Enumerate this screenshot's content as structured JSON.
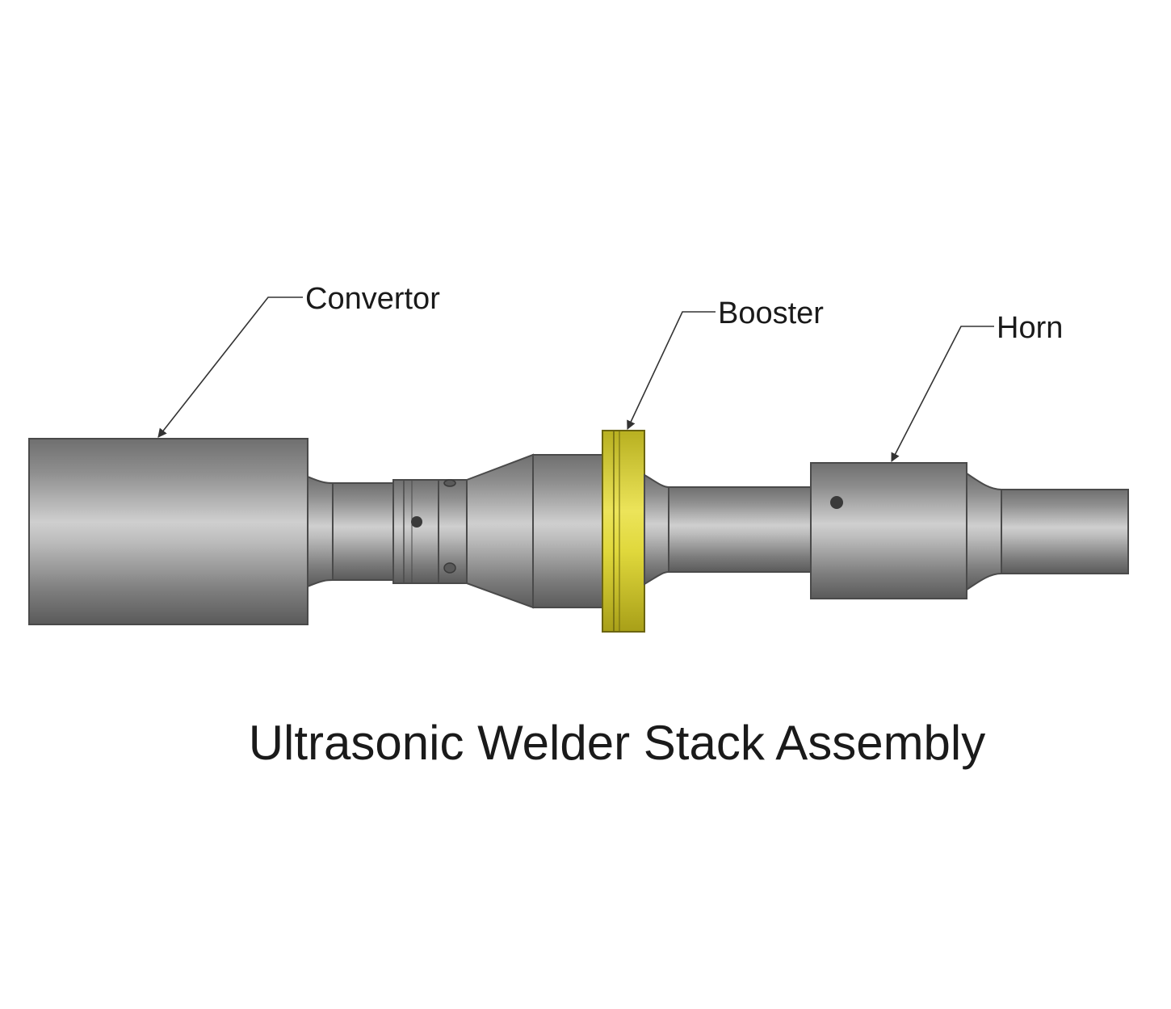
{
  "diagram": {
    "title": "Ultrasonic Welder Stack Assembly",
    "components": [
      {
        "id": "convertor",
        "label": "Convertor"
      },
      {
        "id": "booster",
        "label": "Booster"
      },
      {
        "id": "horn",
        "label": "Horn"
      }
    ],
    "colors": {
      "steel": "#8c8c8c",
      "steel_highlight": "#c9c9c9",
      "steel_shadow": "#5e5e5e",
      "booster_ring": "#d8d028",
      "leader_line": "#333333",
      "text": "#1a1a1a",
      "background": "#ffffff"
    }
  }
}
